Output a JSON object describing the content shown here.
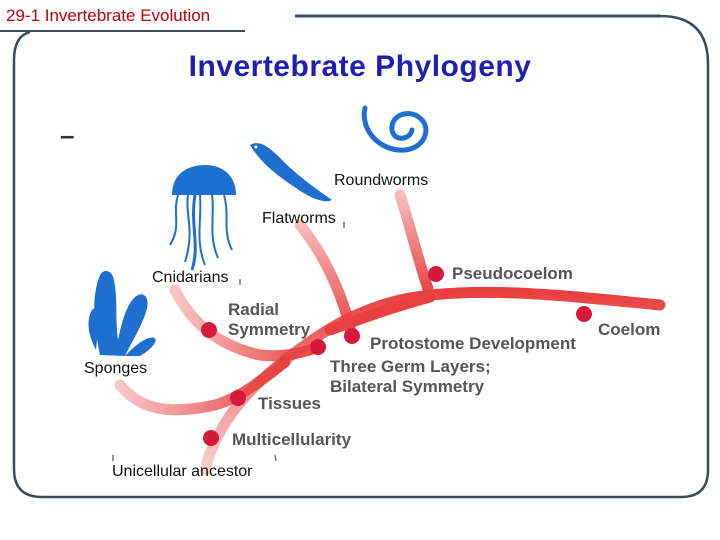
{
  "header": {
    "label": "29-1 Invertebrate Evolution"
  },
  "slide": {
    "title": "Invertebrate Phylogeny",
    "bullet": "–"
  },
  "organisms": {
    "roundworms": "Roundworms",
    "flatworms": "Flatworms",
    "cnidarians": "Cnidarians",
    "sponges": "Sponges",
    "ancestor": "Unicellular ancestor"
  },
  "traits": {
    "pseudocoelom": "Pseudocoelom",
    "radial_symmetry_1": "Radial",
    "radial_symmetry_2": "Symmetry",
    "coelom": "Coelom",
    "protostome": "Protostome Development",
    "germ_layers_1": "Three Germ Layers;",
    "germ_layers_2": "Bilateral Symmetry",
    "tissues": "Tissues",
    "multicellularity": "Multicellularity"
  },
  "colors": {
    "header_text": "#c00000",
    "title_text": "#2020b0",
    "branch": "#e84040",
    "node": "#d61a3c",
    "organism_icon": "#1e6fd0",
    "frame": "#3a4a5a"
  }
}
